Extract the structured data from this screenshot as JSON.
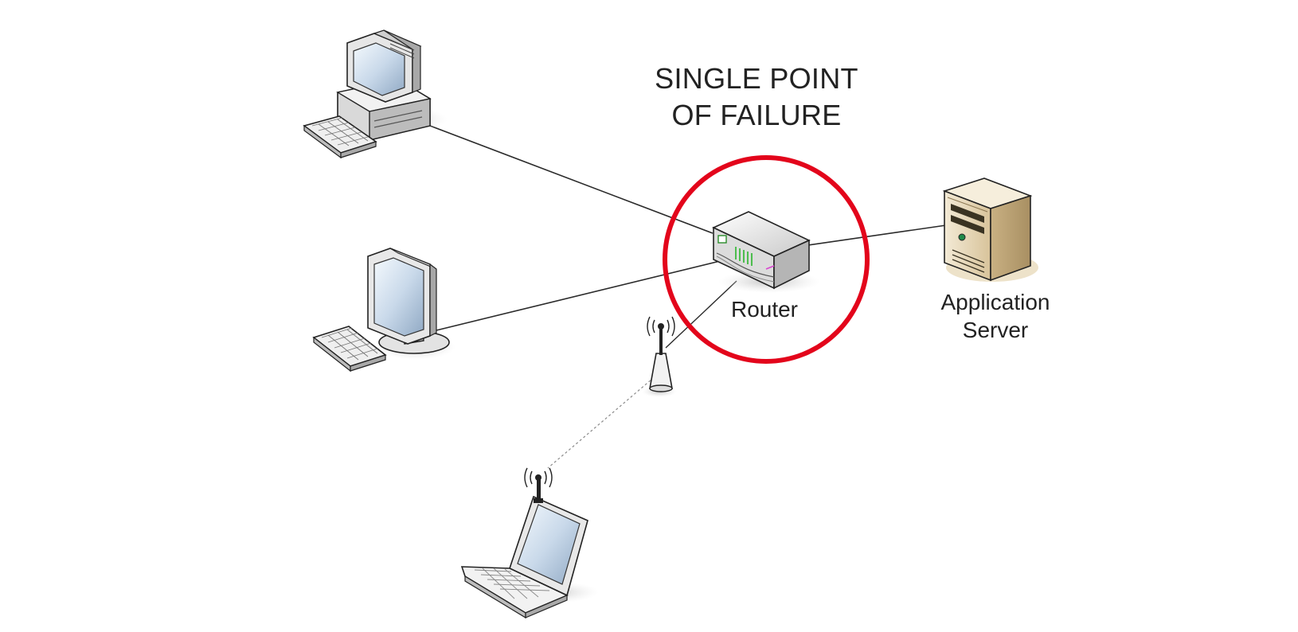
{
  "diagram": {
    "title_line1": "SINGLE POINT",
    "title_line2": "OF FAILURE",
    "router_label": "Router",
    "server_label_line1": "Application",
    "server_label_line2": "Server"
  },
  "nodes": [
    {
      "name": "desktop-tower-computer",
      "icon": "desktop-computer-icon"
    },
    {
      "name": "monitor-workstation",
      "icon": "monitor-icon"
    },
    {
      "name": "wireless-access-point",
      "icon": "antenna-icon"
    },
    {
      "name": "laptop",
      "icon": "laptop-icon"
    },
    {
      "name": "router",
      "icon": "router-icon"
    },
    {
      "name": "application-server",
      "icon": "server-icon"
    }
  ],
  "colors": {
    "highlight": "#e3051b",
    "line": "#2a2a2a",
    "server_body": "#e5d5b2"
  }
}
